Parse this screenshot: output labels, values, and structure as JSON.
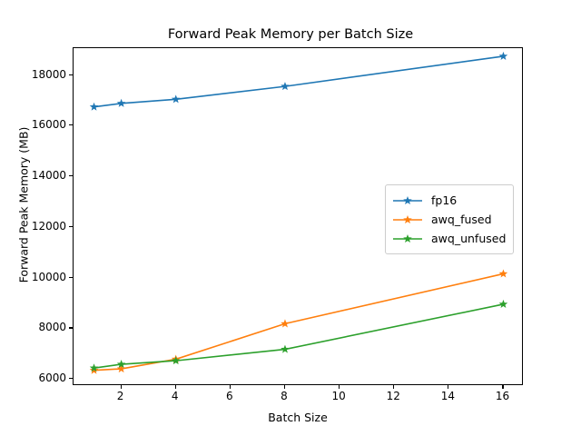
{
  "chart_data": {
    "type": "line",
    "title": "Forward Peak Memory per Batch Size",
    "xlabel": "Batch Size",
    "ylabel": "Forward Peak Memory (MB)",
    "x": [
      1,
      2,
      4,
      8,
      16
    ],
    "xlim": [
      0.25,
      16.75
    ],
    "ylim": [
      5720,
      19060
    ],
    "xticks": [
      2,
      4,
      6,
      8,
      10,
      12,
      14,
      16
    ],
    "xticklabels": [
      "2",
      "4",
      "6",
      "8",
      "10",
      "12",
      "14",
      "16"
    ],
    "yticks": [
      6000,
      8000,
      10000,
      12000,
      14000,
      16000,
      18000
    ],
    "yticklabels": [
      "6000",
      "8000",
      "10000",
      "12000",
      "14000",
      "16000",
      "18000"
    ],
    "grid": false,
    "legend_position": "center right",
    "marker": "star",
    "series": [
      {
        "name": "fp16",
        "color": "#1f77b4",
        "values": [
          16740,
          16880,
          17040,
          17550,
          18740
        ]
      },
      {
        "name": "awq_fused",
        "color": "#ff7f0e",
        "values": [
          6340,
          6400,
          6780,
          8180,
          10150
        ]
      },
      {
        "name": "awq_unfused",
        "color": "#2ca02c",
        "values": [
          6430,
          6580,
          6720,
          7170,
          8950
        ]
      }
    ]
  }
}
